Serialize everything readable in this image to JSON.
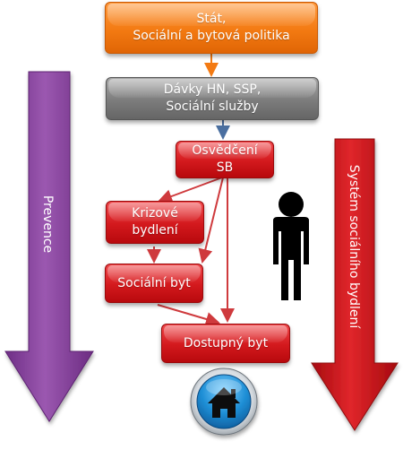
{
  "nodes": {
    "stat": "Stát,\nSociální a bytová politika",
    "davky": "Dávky HN, SSP,\nSociální služby",
    "osvedceni": "Osvědčení\nSB",
    "krizove": "Krizové\nbydlení",
    "socialni_byt": "Sociální byt",
    "dostupny_byt": "Dostupný byt"
  },
  "side_arrows": {
    "left": "Prevence",
    "right": "Systém sociálního bydlení"
  },
  "icons": {
    "person": "person-silhouette-icon",
    "home": "home-icon"
  },
  "colors": {
    "orange": "#f37a12",
    "grey": "#7c7c7c",
    "red": "#d3191d",
    "purple": "#8e4aa3",
    "home_blue": "#1f8fd6"
  }
}
